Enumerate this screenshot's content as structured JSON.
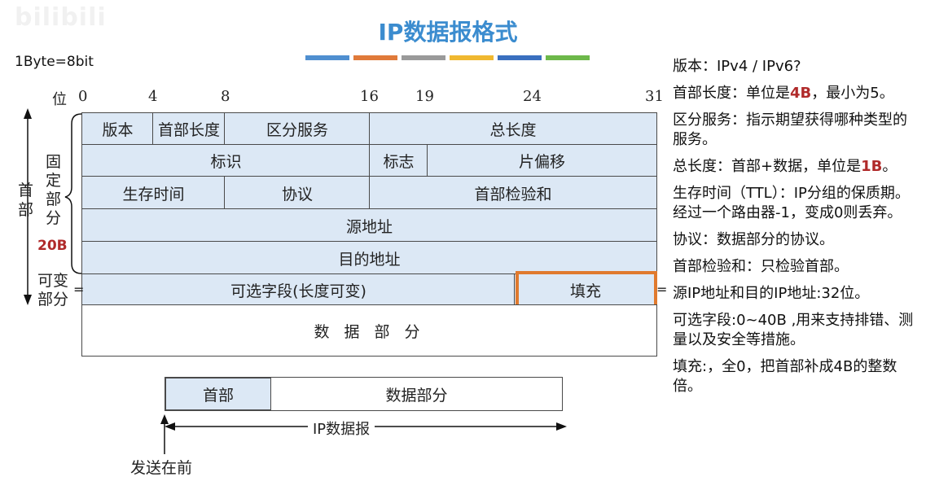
{
  "watermark": "bilibili",
  "title": "IP数据报格式",
  "byte_note": "1Byte=8bit",
  "title_bar_colors": [
    "#4f8fd0",
    "#e07a3a",
    "#9a9a9a",
    "#f0b830",
    "#3a6fbf",
    "#6db84a"
  ],
  "bit_axis": {
    "label": "位",
    "ticks": [
      "0",
      "4",
      "8",
      "16",
      "19",
      "24",
      "31"
    ]
  },
  "header_label": "首部",
  "fixed_label": "固定部分",
  "fixed_size": "20B",
  "variable_label": "可变部分",
  "fields": {
    "version": "版本",
    "ihl": "首部长度",
    "tos": "区分服务",
    "total_length": "总长度",
    "identification": "标识",
    "flags": "标志",
    "fragment_offset": "片偏移",
    "ttl": "生存时间",
    "protocol": "协议",
    "checksum": "首部检验和",
    "src": "源地址",
    "dst": "目的地址",
    "options": "可选字段(长度可变)",
    "padding": "填充",
    "data": "数 据 部 分"
  },
  "datagram": {
    "header": "首部",
    "data": "数据部分",
    "label": "IP数据报",
    "send_first": "发送在前"
  },
  "notes": [
    {
      "parts": [
        "版本：IPv4 / IPv6?"
      ]
    },
    {
      "parts": [
        "首部长度：单位是",
        "4B",
        "，最小为5。"
      ]
    },
    {
      "parts": [
        "区分服务：指示期望获得哪种类型的服务。"
      ]
    },
    {
      "parts": [
        "总长度：首部+数据，单位是",
        "1B",
        "。"
      ]
    },
    {
      "parts": [
        "生存时间（TTL）：IP分组的保质期。经过一个路由器-1，变成0则丢弃。"
      ]
    },
    {
      "parts": [
        "协议：数据部分的协议。"
      ]
    },
    {
      "parts": [
        "首部检验和：只检验首部。"
      ]
    },
    {
      "parts": [
        "源IP地址和目的IP地址:32位。"
      ]
    },
    {
      "parts": [
        "可选字段:0~40B ,用来支持排错、测量以及安全等措施。"
      ]
    },
    {
      "parts": [
        "填充:，全0，把首部补成4B的整数倍。"
      ]
    }
  ]
}
